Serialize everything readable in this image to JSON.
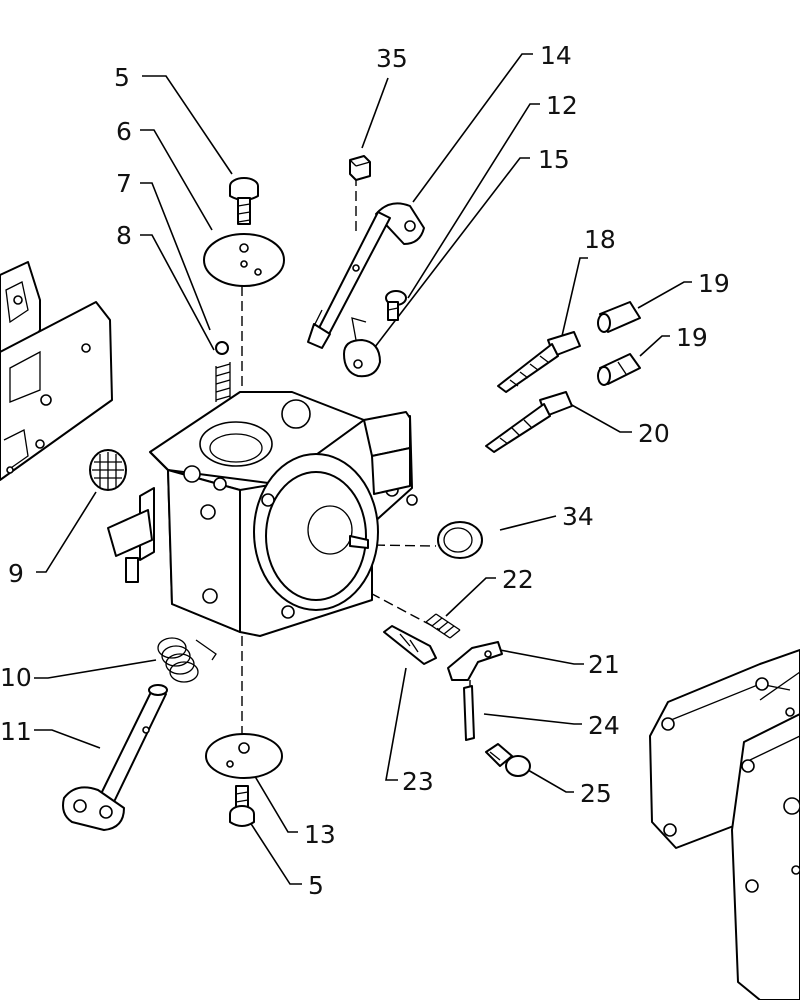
{
  "callouts": [
    {
      "id": "c5a",
      "label": "5"
    },
    {
      "id": "c6",
      "label": "6"
    },
    {
      "id": "c7",
      "label": "7"
    },
    {
      "id": "c8",
      "label": "8"
    },
    {
      "id": "c35",
      "label": "35"
    },
    {
      "id": "c14",
      "label": "14"
    },
    {
      "id": "c12",
      "label": "12"
    },
    {
      "id": "c15",
      "label": "15"
    },
    {
      "id": "c18",
      "label": "18"
    },
    {
      "id": "c19a",
      "label": "19"
    },
    {
      "id": "c19b",
      "label": "19"
    },
    {
      "id": "c20",
      "label": "20"
    },
    {
      "id": "c34",
      "label": "34"
    },
    {
      "id": "c22",
      "label": "22"
    },
    {
      "id": "c21",
      "label": "21"
    },
    {
      "id": "c24",
      "label": "24"
    },
    {
      "id": "c25",
      "label": "25"
    },
    {
      "id": "c23",
      "label": "23"
    },
    {
      "id": "c13",
      "label": "13"
    },
    {
      "id": "c5b",
      "label": "5"
    },
    {
      "id": "c9",
      "label": "9"
    },
    {
      "id": "c10",
      "label": "10"
    },
    {
      "id": "c11",
      "label": "11"
    }
  ]
}
